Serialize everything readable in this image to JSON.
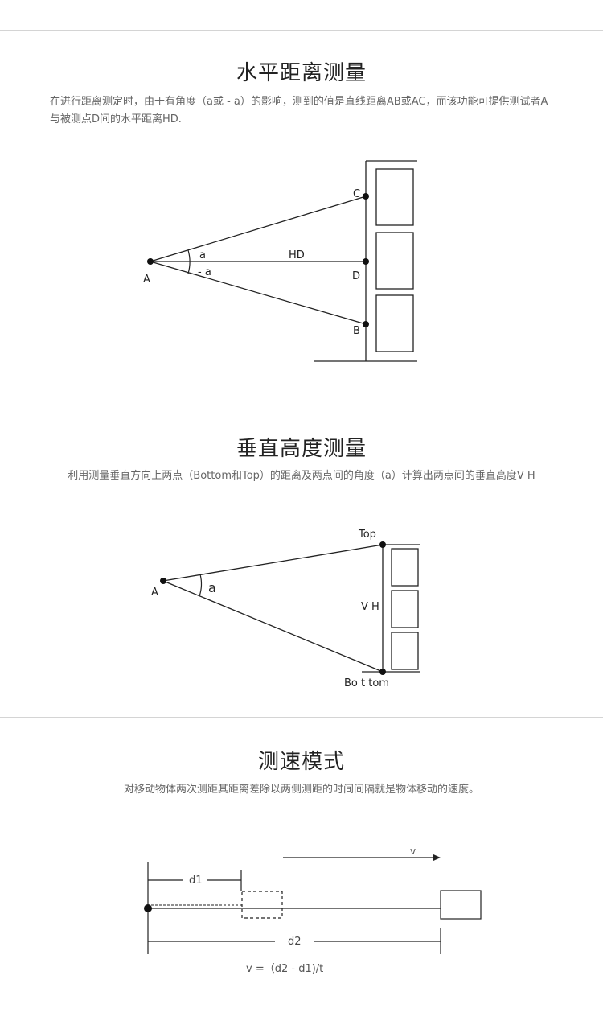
{
  "sections": {
    "horizontal": {
      "title": "水平距离测量",
      "description": "在进行距离测定时，由于有角度（a或 - a）的影响，测到的值是直线距离AB或AC，而该功能可提供测试者A与被测点D间的水平距离HD.",
      "diagram": {
        "point_a": "A",
        "point_b": "B",
        "point_c": "C",
        "point_d": "D",
        "line_hd": "HD",
        "angle_pos": "a",
        "angle_neg": "- a"
      }
    },
    "vertical": {
      "title": "垂直高度测量",
      "description": "利用测量垂直方向上两点（Bottom和Top）的距离及两点间的角度（a）计算出两点间的垂直高度V H",
      "diagram": {
        "point_a": "A",
        "top": "Top",
        "bottom": "Bo t tom",
        "angle": "a",
        "height": "V H"
      }
    },
    "speed": {
      "title": "测速模式",
      "description": "对移动物体两次测距其距离差除以两侧测距的时间间隔就是物体移动的速度。",
      "diagram": {
        "velocity": "v",
        "d1": "d1",
        "d2": "d2",
        "formula": "v =（d2 - d1)/t"
      }
    }
  }
}
